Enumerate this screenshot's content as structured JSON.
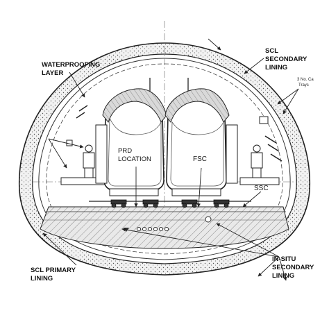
{
  "labels": {
    "waterproofing_line1": "WATERPROOFING",
    "waterproofing_line2": "LAYER",
    "scl_secondary_line1": "SCL",
    "scl_secondary_line2": "SECONDARY",
    "scl_secondary_line3": "LINING",
    "trays_line1": "3 No. Ca",
    "trays_line2": "Trays",
    "prd_line1": "PRD",
    "prd_line2": "LOCATION",
    "fsc": "FSC",
    "ssc": "SSC",
    "scl_primary_line1": "SCL PRIMARY",
    "scl_primary_line2": "LINING",
    "insitu_line1": "IN-SITU",
    "insitu_line2": "SECONDARY",
    "insitu_line3": "LINING"
  },
  "colors": {
    "ink": "#222222",
    "concrete_fill": "#e6e6e6",
    "hatch": "#8a8a8a",
    "paper": "#ffffff"
  }
}
